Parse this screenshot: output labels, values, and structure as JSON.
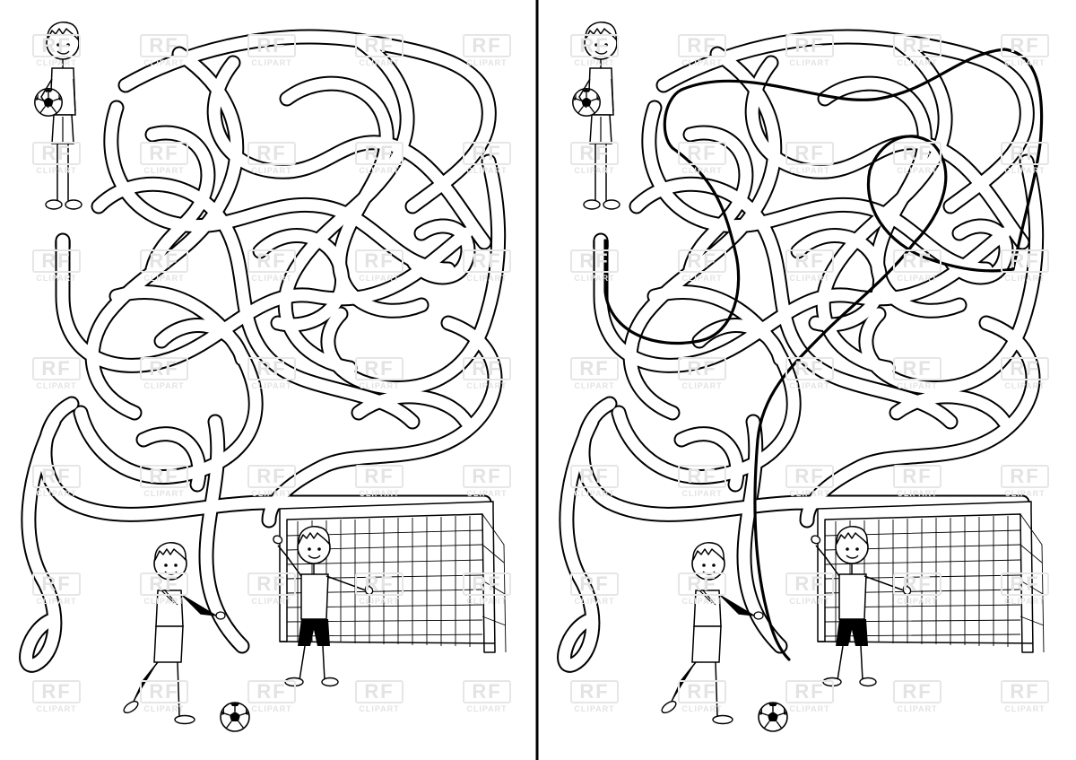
{
  "watermark": {
    "main": "RF",
    "sub": "CLIPART"
  },
  "panels": [
    {
      "name": "maze-puzzle",
      "solved": false
    },
    {
      "name": "maze-solution",
      "solved": true
    }
  ],
  "colors": {
    "ink": "#000000",
    "paper": "#ffffff",
    "watermark": "#e3e3e3",
    "solution_path": "#000000"
  },
  "characters": [
    "boy-holding-ball",
    "boy-kicking-ball",
    "goalkeeper"
  ],
  "objects": [
    "soccer-ball",
    "soccer-goal-net"
  ]
}
